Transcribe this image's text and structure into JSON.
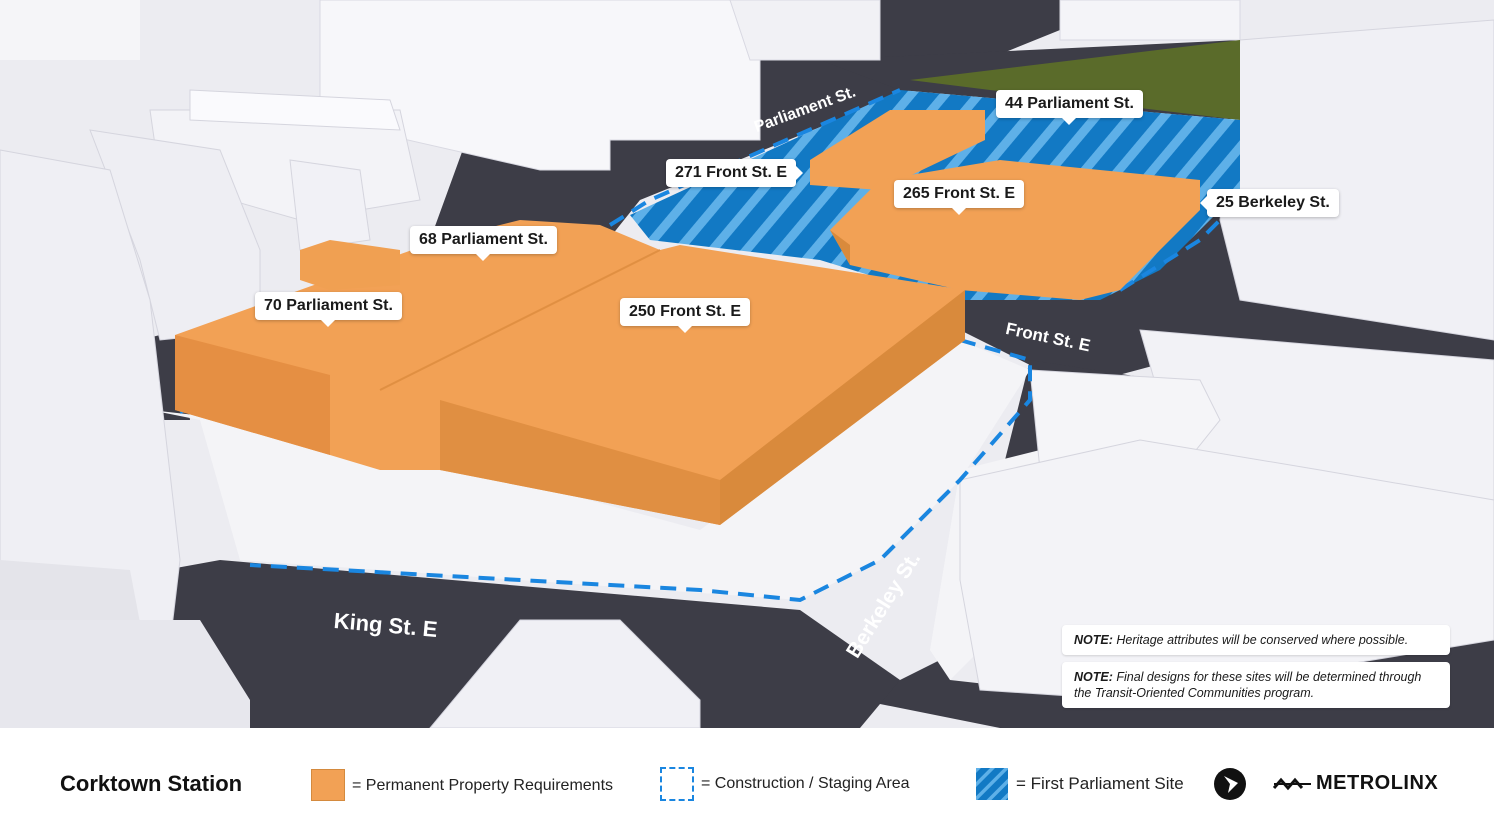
{
  "map": {
    "property_labels": {
      "p44_parliament": "44 Parliament St.",
      "p271_front": "271 Front St. E",
      "p265_front": "265 Front St. E",
      "p25_berkeley": "25 Berkeley St.",
      "p68_parliament": "68 Parliament St.",
      "p70_parliament": "70 Parliament St.",
      "p250_front": "250 Front St. E"
    },
    "street_labels": {
      "parliament": "Parliament St.",
      "front": "Front St. E",
      "king": "King St. E",
      "berkeley": "Berkeley St."
    },
    "notes": [
      {
        "prefix": "NOTE:",
        "text": " Heritage attributes will be conserved where possible."
      },
      {
        "prefix": "NOTE:",
        "text": " Final designs for these sites will be determined through the Transit-Oriented Communities program."
      }
    ]
  },
  "legend": {
    "title": "Corktown Station",
    "items": [
      {
        "label": "= Permanent Property Requirements"
      },
      {
        "label": "= Construction / Staging Area"
      },
      {
        "label": "= First Parliament Site"
      }
    ],
    "brand": "METROLINX"
  },
  "colors": {
    "property_orange": "#f2a155",
    "site_blue": "#1279c4",
    "staging_dash": "#1a86e0",
    "road": "#3a3a44",
    "green_lot": "#5a6b2a"
  }
}
